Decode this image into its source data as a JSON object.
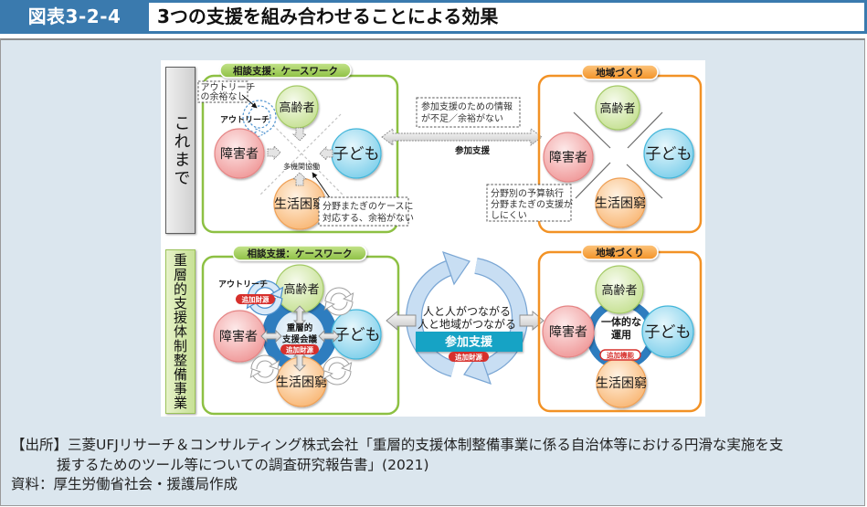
{
  "colors": {
    "header_blue": "#3a7aae",
    "panel_bg": "#dbe6ee",
    "casework_green": "#8dc043",
    "community_orange": "#f29226",
    "ring_blue": "#2e7dbf",
    "participation_bar": "#18a3c5",
    "badge_red": "#d7302c",
    "elderly": "#c3df8e",
    "disabled": "#ef9595",
    "children": "#79cdea",
    "poverty": "#f8b470"
  },
  "header": {
    "figure_number": "図表3-2-4",
    "title": "3つの支援を組み合わせることによる効果"
  },
  "diagram": {
    "before": {
      "row_label": "これまで",
      "casework": {
        "label": "相談支援：ケースワーク",
        "groups": {
          "elderly": "高齢者",
          "disabled": "障害者",
          "children": "子ども",
          "poverty": "生活困窮"
        },
        "outreach": "アウトリーチ",
        "outreach_note": [
          "アウトリーチ",
          "の余裕なし"
        ],
        "center": "多機関協働",
        "cross_field_note": [
          "分野またぎのケースに",
          "対応する、余裕がない"
        ]
      },
      "participation": {
        "label": "参加支援",
        "note": [
          "参加支援のための情報",
          "が不足／余裕がない"
        ]
      },
      "community": {
        "label": "地域づくり",
        "groups": {
          "elderly": "高齢者",
          "disabled": "障害者",
          "children": "子ども",
          "poverty": "生活困窮"
        },
        "note": [
          "分野別の予算執行",
          "分野またぎの支援が",
          "しにくい"
        ]
      }
    },
    "after": {
      "row_label": "重層的支援体制整備事業",
      "casework": {
        "label": "相談支援：ケースワーク",
        "groups": {
          "elderly": "高齢者",
          "disabled": "障害者",
          "children": "子ども",
          "poverty": "生活困窮"
        },
        "outreach": "アウトリーチ",
        "outreach_badge": "追加財源",
        "center": [
          "重層的",
          "支援会議"
        ],
        "center_badge": "追加財源"
      },
      "participation": {
        "lines": [
          "人と人がつながる",
          "人と地域がつながる"
        ],
        "label": "参加支援",
        "badge": "追加財源"
      },
      "community": {
        "label": "地域づくり",
        "groups": {
          "elderly": "高齢者",
          "disabled": "障害者",
          "children": "子ども",
          "poverty": "生活困窮"
        },
        "center": [
          "一体的な",
          "運用"
        ],
        "badge": "追加機能"
      }
    }
  },
  "footer": {
    "source_label": "【出所】",
    "source_lines": [
      "三菱UFJリサーチ＆コンサルティング株式会社「重層的支援体制整備事業に係る自治体等における円滑な実施を支",
      "援するためのツール等についての調査研究報告書」(2021)"
    ],
    "note": "資料：厚生労働省社会・援護局作成"
  }
}
